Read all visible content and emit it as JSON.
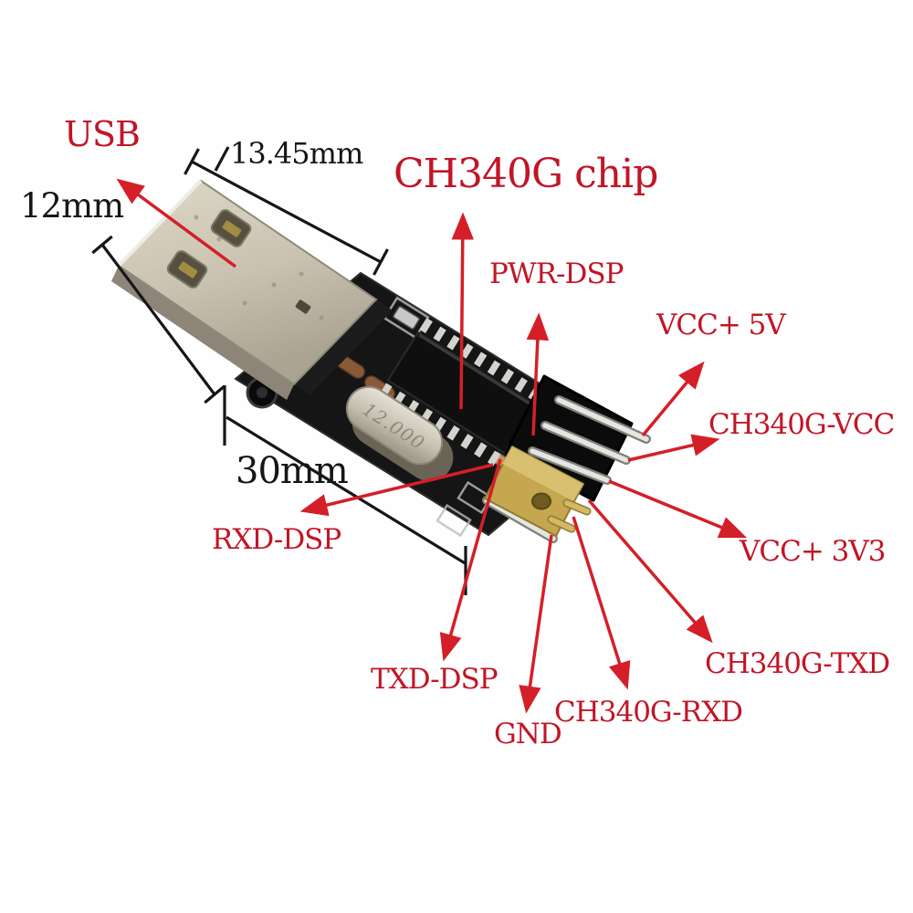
{
  "labels": {
    "usb": "USB",
    "chip": "CH340G chip",
    "pwr_dsp": "PWR-DSP",
    "vcc_5v": "VCC+ 5V",
    "ch340g_vcc": "CH340G-VCC",
    "vcc_3v3": "VCC+ 3V3",
    "rxd_dsp": "RXD-DSP",
    "txd_dsp": "TXD-DSP",
    "gnd": "GND",
    "ch340g_rxd": "CH340G-RXD",
    "ch340g_txd": "CH340G-TXD"
  },
  "dimensions": {
    "usb_length": "13.45mm",
    "usb_width": "12mm",
    "board_length": "30mm"
  },
  "board": {
    "crystal_marking": "12.000"
  },
  "colors": {
    "label_red": "#c21527",
    "arrow_red": "#d41f28",
    "dimension_black": "#161616",
    "pcb_black": "#151515",
    "usb_shell_silver": "#c9c2b0",
    "jumper_gold": "#c4a74f",
    "crystal_silver": "#cdc8ba",
    "background": "#fefefe"
  }
}
